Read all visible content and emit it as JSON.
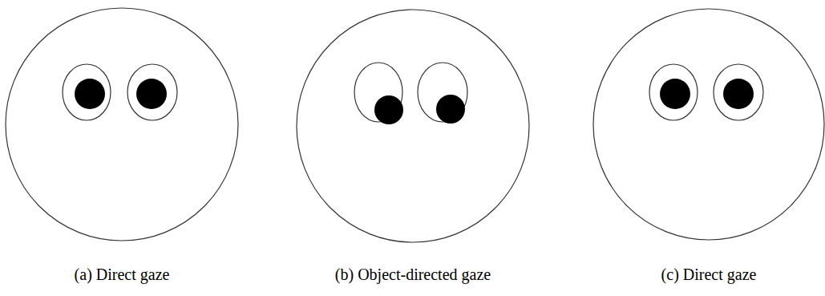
{
  "diagram": {
    "labels": [
      "(a) Direct gaze",
      "(b) Object-directed gaze",
      "(c) Direct gaze"
    ]
  }
}
